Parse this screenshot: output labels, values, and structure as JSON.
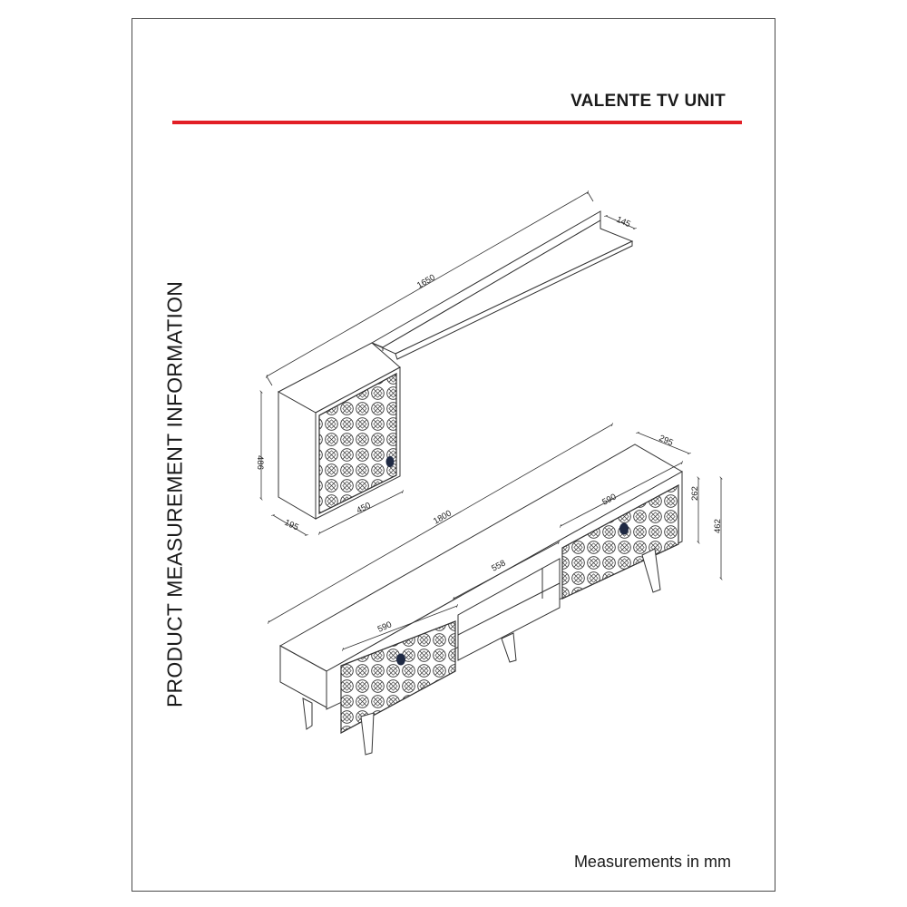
{
  "header": {
    "title": "VALENTE TV UNIT"
  },
  "side_label": "PRODUCT MEASUREMENT INFORMATION",
  "footer": {
    "note": "Measurements in mm"
  },
  "dimensions": {
    "shelf_length": "1650",
    "shelf_depth": "145",
    "cabinet_height": "486",
    "cabinet_depth": "195",
    "cabinet_width": "450",
    "unit_length": "1800",
    "unit_depth": "295",
    "body_height": "262",
    "total_height": "462",
    "drawer_right_width": "590",
    "open_section_width": "558",
    "drawer_left_width": "590"
  },
  "colors": {
    "accent_rule": "#e21f26",
    "line": "#333333",
    "handle": "#1f2a44"
  }
}
